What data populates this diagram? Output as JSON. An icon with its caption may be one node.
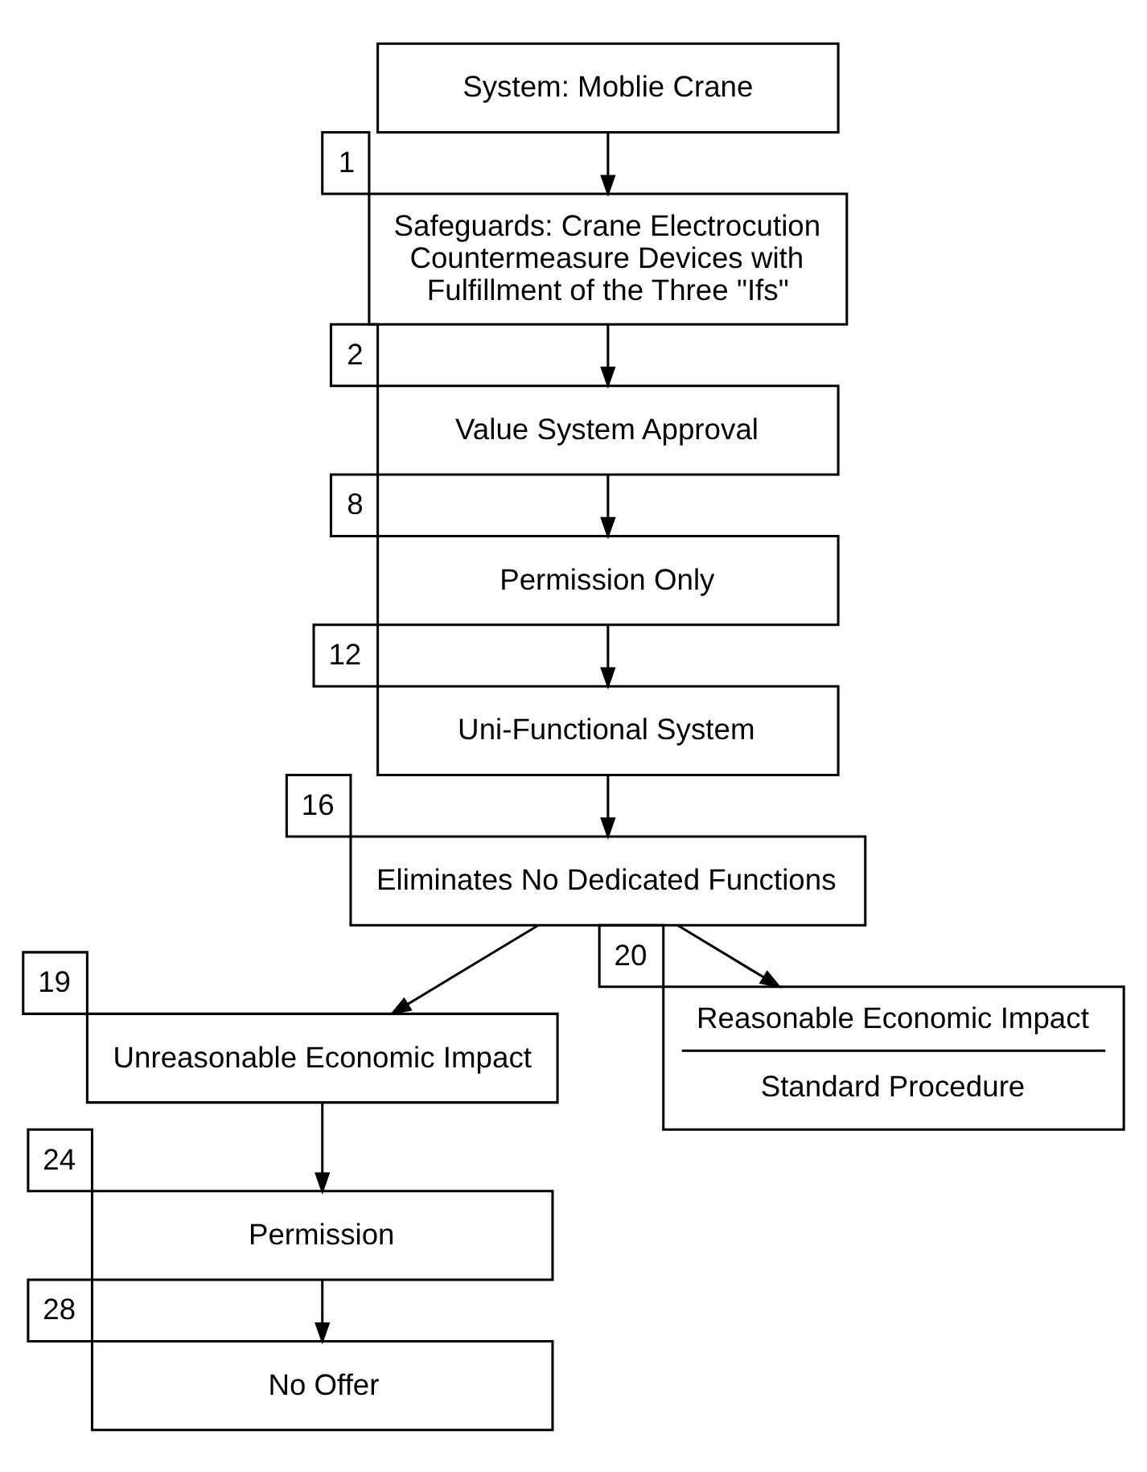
{
  "diagram": {
    "nodes": [
      {
        "text": [
          "System: Moblie Crane"
        ]
      },
      {
        "text": [
          "Safeguards: Crane Electrocution Countermeasure Devices with Fulfillment of the Three \"Ifs\""
        ],
        "beside": [
          "1"
        ]
      },
      {
        "text": [
          "Value System Approval"
        ],
        "beside": [
          "2"
        ]
      },
      {
        "text": [
          "Permission Only"
        ],
        "beside": [
          "8"
        ]
      },
      {
        "text": [
          "Uni-Functional System"
        ],
        "beside": [
          "12"
        ]
      },
      {
        "text": [
          "Eliminates No Dedicated Functions"
        ],
        "beside": [
          "16"
        ]
      },
      {
        "text": [
          "Unreasonable Economic Impact"
        ],
        "beside": [
          "19"
        ]
      },
      {
        "text": [
          "Reasonable Economic Impact",
          "Standard Procedure"
        ],
        "beside": [
          "20"
        ]
      },
      {
        "text": [
          "Permission"
        ],
        "beside": [
          "24"
        ]
      },
      {
        "text": [
          "No Offer"
        ],
        "beside": [
          "28"
        ]
      }
    ],
    "edges": [
      {
        "from": 0,
        "to": 1,
        "arrow": "to"
      },
      {
        "from": 1,
        "to": 2,
        "arrow": "to"
      },
      {
        "from": 2,
        "to": 3,
        "arrow": "to"
      },
      {
        "from": 3,
        "to": 4,
        "arrow": "to"
      },
      {
        "from": 4,
        "to": 5,
        "arrow": "to"
      },
      {
        "from": 5,
        "to": 6,
        "arrow": "to"
      },
      {
        "from": 5,
        "to": 7,
        "arrow": "to"
      },
      {
        "from": 6,
        "to": 8,
        "arrow": "to"
      },
      {
        "from": 8,
        "to": 9,
        "arrow": "to"
      }
    ]
  }
}
